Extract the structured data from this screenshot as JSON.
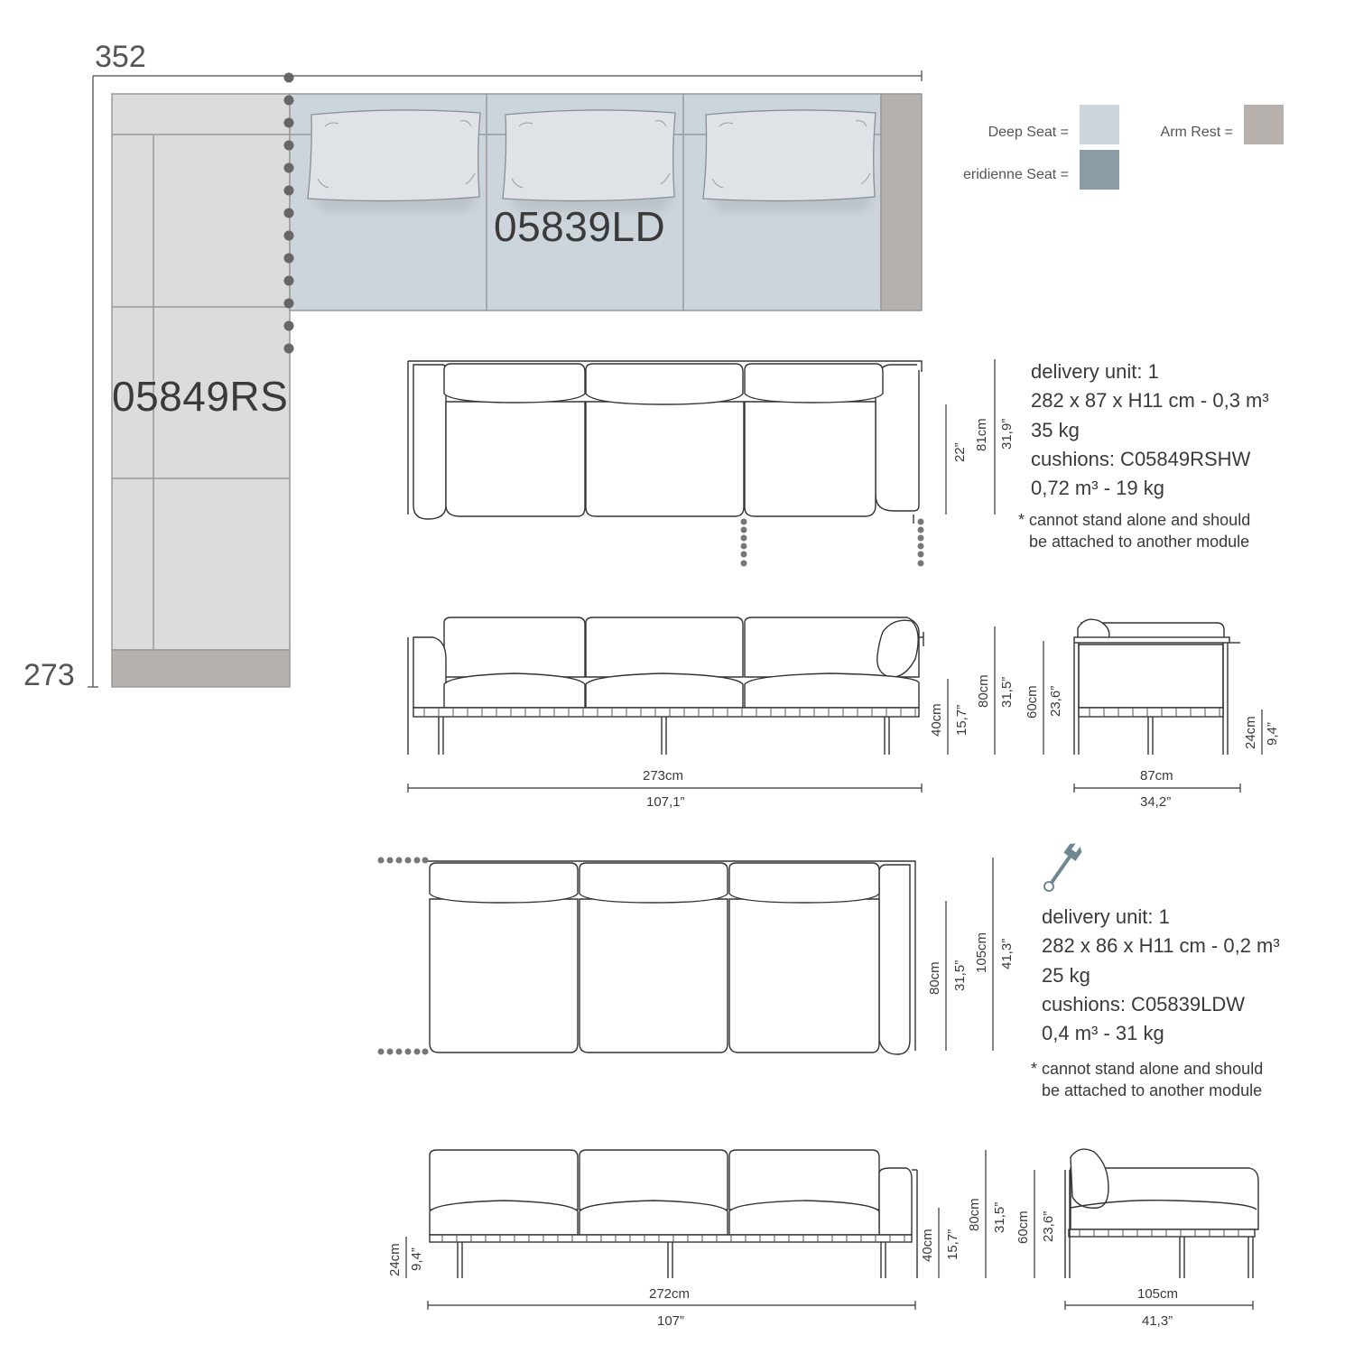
{
  "plan": {
    "width_label": "352",
    "depth_label": "273",
    "module_left_code": "05849RS",
    "module_right_code": "05839LD"
  },
  "legend": {
    "deep_seat_label": "Deep Seat =",
    "meridienne_label": "eridienne Seat =",
    "arm_rest_label": "Arm Rest =",
    "deep_seat_color": "#cdd5dc",
    "meridienne_color": "#8a9ca6",
    "arm_rest_color": "#b7b1ae",
    "plan_grey_color": "#dcdcdc"
  },
  "spec_rs": {
    "line1": "delivery unit: 1",
    "line2": "282 x 87 x H11 cm - 0,3 m³",
    "line3": "35 kg",
    "line4": "cushions: C05849RSHW",
    "line5": "0,72 m³ - 19 kg",
    "note1": "* cannot stand alone and should",
    "note2": "be attached to another module"
  },
  "spec_ld": {
    "line1": "delivery unit: 1",
    "line2": "282 x 86 x H11 cm - 0,2 m³",
    "line3": "25 kg",
    "line4": "cushions: C05839LDW",
    "line5": "0,4 m³ - 31 kg",
    "note1": "* cannot stand alone and should",
    "note2": "be attached to another module",
    "icon": "wrench-icon"
  },
  "dims_rs": {
    "top_h_cm": "81cm",
    "top_h_in": "31,9”",
    "top_arm_in": "22”",
    "front_h_cm": "80cm",
    "front_h_in": "31,5”",
    "front_seat_cm": "40cm",
    "front_seat_in": "15,7”",
    "width_cm": "273cm",
    "width_in": "107,1”",
    "side_h_cm": "60cm",
    "side_h_in": "23,6”",
    "side_leg_cm": "24cm",
    "side_leg_in": "9,4”",
    "depth_cm": "87cm",
    "depth_in": "34,2”"
  },
  "dims_ld": {
    "top_h_cm": "105cm",
    "top_h_in": "41,3”",
    "top_seat_cm": "80cm",
    "top_seat_in": "31,5”",
    "leg_cm": "24cm",
    "leg_in": "9,4”",
    "front_seat_cm": "40cm",
    "front_seat_in": "15,7”",
    "front_h_cm": "80cm",
    "front_h_in": "31,5”",
    "width_cm": "272cm",
    "width_in": "107”",
    "side_h_cm": "60cm",
    "side_h_in": "23,6”",
    "depth_cm": "105cm",
    "depth_in": "41,3”"
  }
}
